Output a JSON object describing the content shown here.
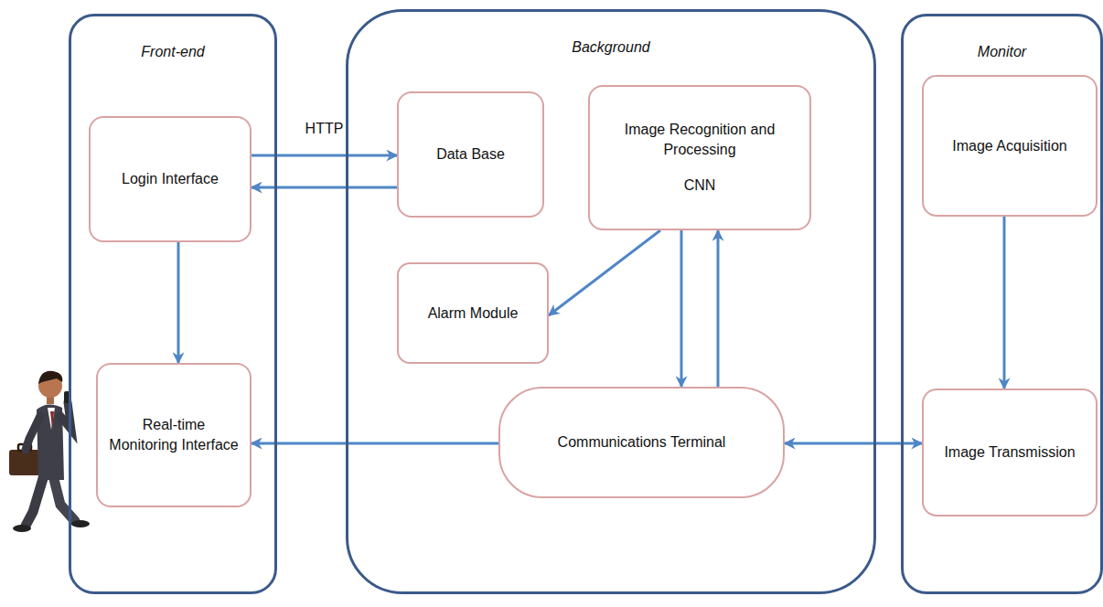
{
  "diagram": {
    "nodes": [
      {
        "text": [
          "Front-end"
        ]
      },
      {
        "text": [
          "Login Interface"
        ],
        "in": 0
      },
      {
        "text": [
          "Real-time Monitoring Interface"
        ],
        "in": 0
      },
      {
        "text": [
          "Background"
        ]
      },
      {
        "text": [
          "Data Base"
        ],
        "in": 3
      },
      {
        "text": [
          "Image Recognition and Processing",
          "CNN"
        ],
        "in": 3
      },
      {
        "text": [
          "Alarm Module"
        ],
        "in": 3
      },
      {
        "text": [
          "Communications Terminal"
        ],
        "in": 3
      },
      {
        "text": [
          "Monitor"
        ]
      },
      {
        "text": [
          "Image Acquisition"
        ],
        "in": 8
      },
      {
        "text": [
          "Image Transmission"
        ],
        "in": 8
      }
    ],
    "edges": [
      {
        "from": 1,
        "to": 4,
        "label": "HTTP",
        "arrow": "to"
      },
      {
        "from": 4,
        "to": 1,
        "arrow": "to"
      },
      {
        "from": 1,
        "to": 2,
        "arrow": "to"
      },
      {
        "from": 5,
        "to": 6,
        "arrow": "to"
      },
      {
        "from": 5,
        "to": 7,
        "arrow": "to"
      },
      {
        "from": 7,
        "to": 5,
        "arrow": "to"
      },
      {
        "from": 7,
        "to": 2,
        "arrow": "to"
      },
      {
        "from": 7,
        "to": 10,
        "arrow": "both"
      },
      {
        "from": 9,
        "to": 10,
        "arrow": "to"
      }
    ]
  }
}
